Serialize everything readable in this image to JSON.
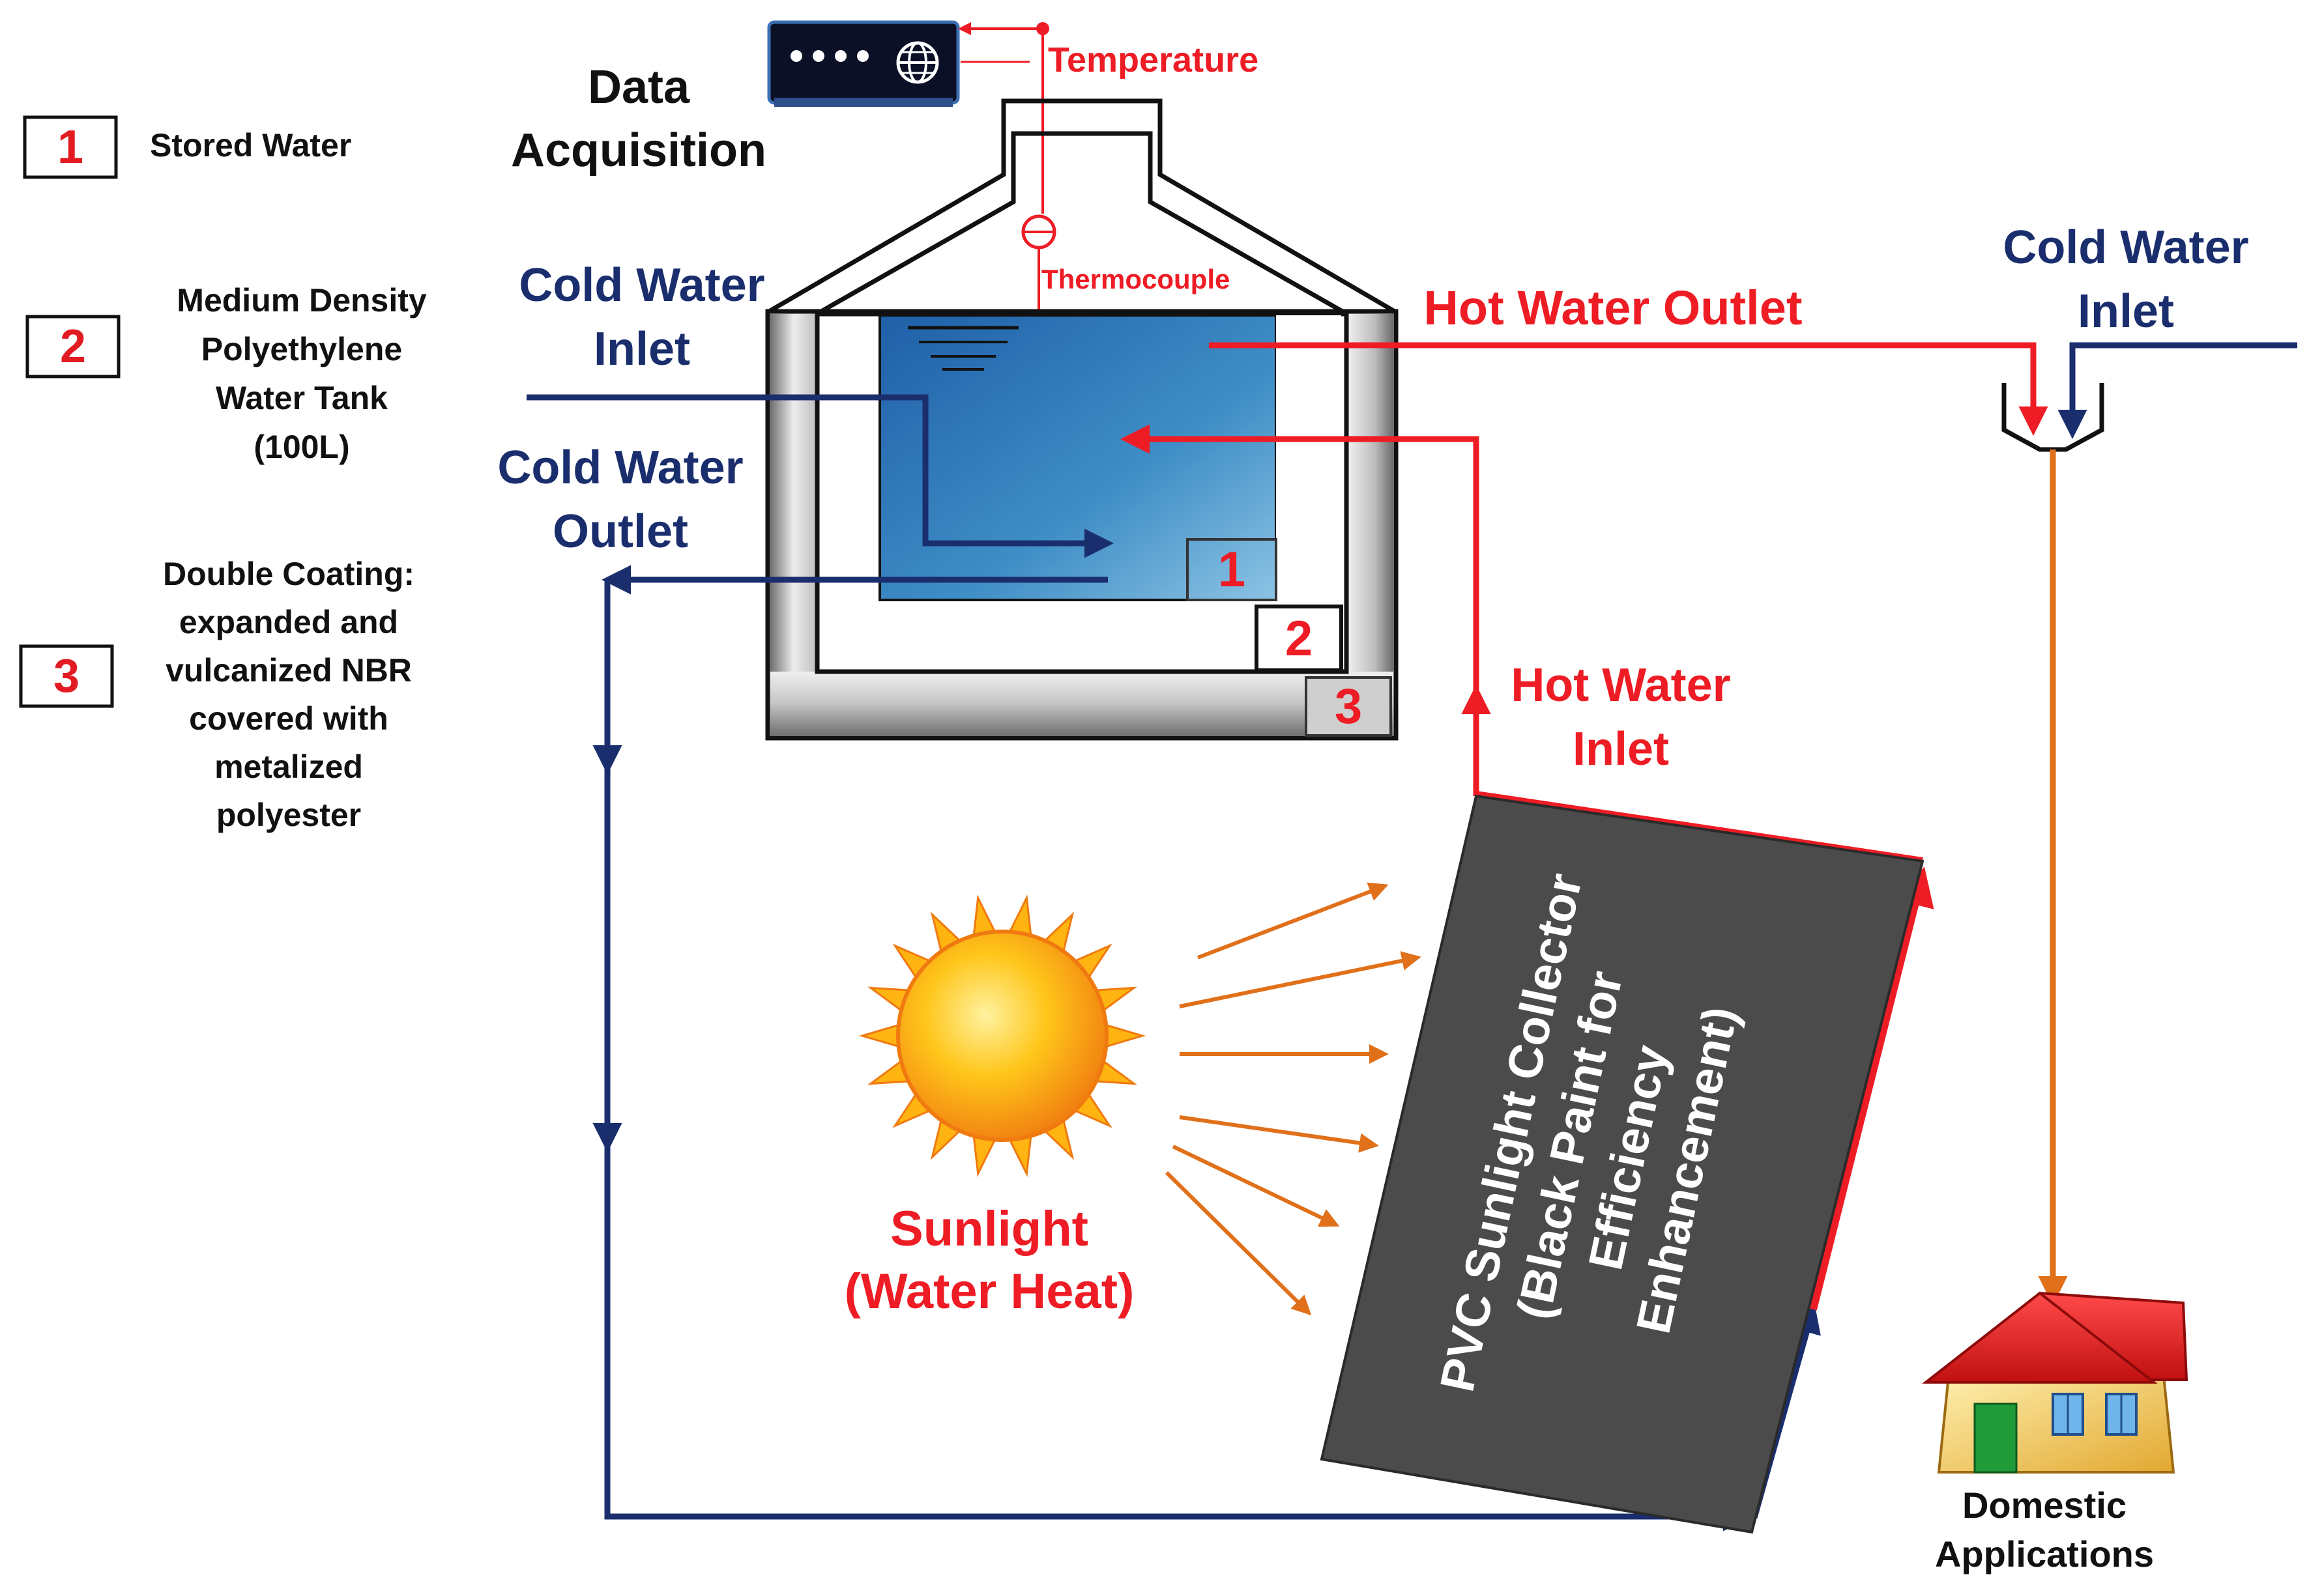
{
  "legend": [
    {
      "number": "1",
      "lines": [
        "Stored Water"
      ]
    },
    {
      "number": "2",
      "lines": [
        "Medium Density",
        "Polyethylene",
        "Water Tank",
        "(100L)"
      ]
    },
    {
      "number": "3",
      "lines": [
        "Double Coating:",
        "expanded and",
        "vulcanized  NBR",
        "covered with",
        "metalized",
        "polyester"
      ]
    }
  ],
  "data_acquisition": [
    "Data",
    "Acquisition"
  ],
  "temperature": "Temperature",
  "thermocouple": "Thermocouple",
  "cold_water_inlet": [
    "Cold Water",
    "Inlet"
  ],
  "cold_water_outlet": [
    "Cold Water",
    "Outlet"
  ],
  "hot_water_outlet": "Hot Water Outlet",
  "hot_water_inlet": [
    "Hot Water",
    "Inlet"
  ],
  "mixer_cold_water_inlet": [
    "Cold Water",
    "Inlet"
  ],
  "sunlight": [
    "Sunlight",
    "(Water Heat)"
  ],
  "collector": [
    "PVC Sunlight Collector",
    "(Black Paint for",
    "Efficiency",
    "Enhancement)"
  ],
  "domestic": [
    "Domestic",
    "Applications"
  ],
  "tank_zone_labels": [
    "1",
    "2",
    "3"
  ],
  "colors": {
    "hot": "#ee1c24",
    "cold": "#1a2e6e",
    "sun_ray": "#e0701a",
    "collector": "#4b4b4b",
    "water": "#3a86c0",
    "legend_number": "#e21b22"
  }
}
